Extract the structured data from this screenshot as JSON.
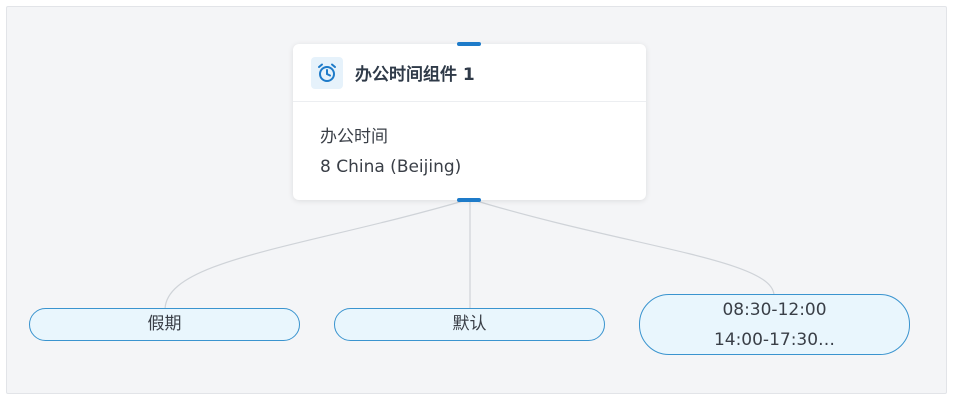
{
  "node": {
    "title": "办公时间组件 1",
    "icon": "alarm-clock-icon",
    "lines": [
      "办公时间",
      "8 China (Beijing)"
    ]
  },
  "branches": [
    {
      "label": "假期"
    },
    {
      "label": "默认"
    },
    {
      "lines": [
        "08:30-12:00",
        "14:00-17:30…"
      ]
    }
  ],
  "colors": {
    "accent": "#1e7bc9",
    "pill_fill": "#e9f6fd",
    "pill_border": "#3a94cf",
    "canvas": "#f4f5f7"
  }
}
